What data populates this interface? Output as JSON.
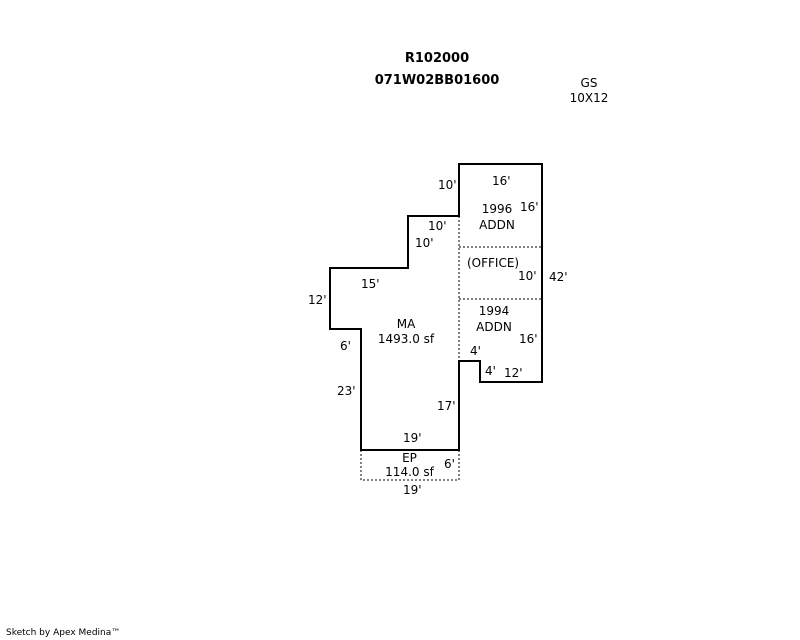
{
  "header": {
    "parcel_id": "R102000",
    "map_number": "071W02BB01600"
  },
  "gs_note": {
    "label": "GS",
    "size": "10X12"
  },
  "areas": {
    "main": {
      "label": "MA",
      "area": "1493.0 sf"
    },
    "porch": {
      "label": "EP",
      "area": "114.0 sf"
    },
    "addition_1996": {
      "year": "1996",
      "label": "ADDN"
    },
    "office": {
      "label": "(OFFICE)"
    },
    "addition_1994": {
      "year": "1994",
      "label": "ADDN"
    }
  },
  "dimensions": {
    "d_10_top_left": "10'",
    "d_16_top": "16'",
    "d_16_right_1996": "16'",
    "d_10_step": "10'",
    "d_10_step_vert": "10'",
    "d_15": "15'",
    "d_12_left": "12'",
    "d_10_office": "10'",
    "d_42": "42'",
    "d_16_right_1994": "16'",
    "d_6_left": "6'",
    "d_4_notch_vert": "4'",
    "d_4_notch_horz": "4'",
    "d_12_bottom_right": "12'",
    "d_23": "23'",
    "d_17": "17'",
    "d_19_main_bottom": "19'",
    "d_6_porch": "6'",
    "d_19_porch": "19'"
  },
  "credit": "Sketch by Apex Medina™",
  "colors": {
    "line": "#000000",
    "background": "#ffffff"
  }
}
